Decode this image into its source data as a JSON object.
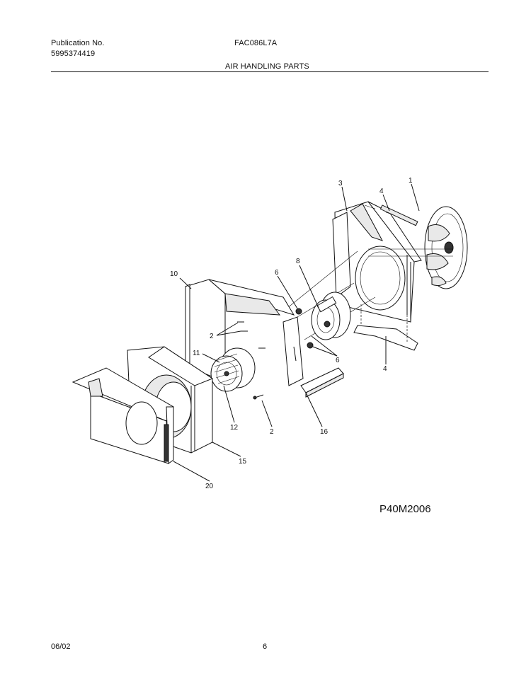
{
  "header": {
    "publication_label": "Publication No.",
    "publication_number": "5995374419",
    "model": "FAC086L7A",
    "section_title": "AIR HANDLING PARTS"
  },
  "diagram": {
    "drawing_code": "P40M2006",
    "callouts": {
      "c1": "1",
      "c2a": "2",
      "c2b": "2",
      "c3": "3",
      "c4a": "4",
      "c4b": "4",
      "c6a": "6",
      "c6b": "6",
      "c8": "8",
      "c10": "10",
      "c11": "11",
      "c12": "12",
      "c15": "15",
      "c16": "16",
      "c20": "20"
    }
  },
  "footer": {
    "date": "06/02",
    "page": "6"
  }
}
